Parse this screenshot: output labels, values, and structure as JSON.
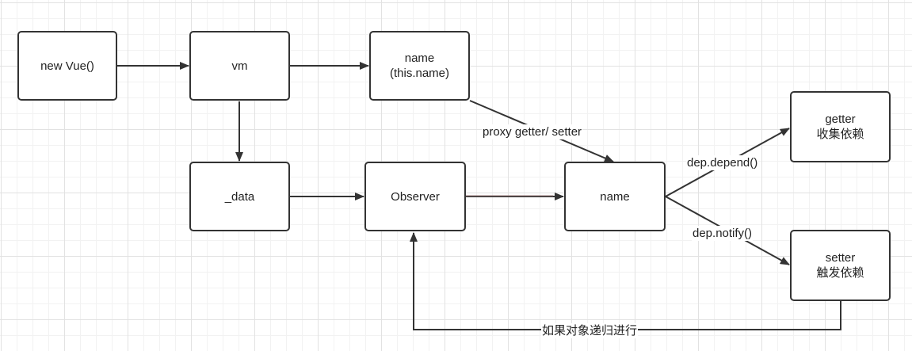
{
  "nodes": {
    "new_vue": {
      "text": "new Vue()"
    },
    "vm": {
      "text": "vm"
    },
    "name_proxy": {
      "line1": "name",
      "line2": "(this.name)"
    },
    "data": {
      "text": "_data"
    },
    "observer": {
      "text": "Observer"
    },
    "name_prop": {
      "text": "name"
    },
    "getter": {
      "line1": "getter",
      "line2": "收集依赖"
    },
    "setter": {
      "line1": "setter",
      "line2": "触发依赖"
    }
  },
  "edge_labels": {
    "proxy": "proxy getter/ setter",
    "depend": "dep.depend()",
    "notify": "dep.notify()",
    "recursive": "如果对象递归进行"
  },
  "colors": {
    "stroke": "#333333",
    "highlight_edge": "#a08080"
  }
}
